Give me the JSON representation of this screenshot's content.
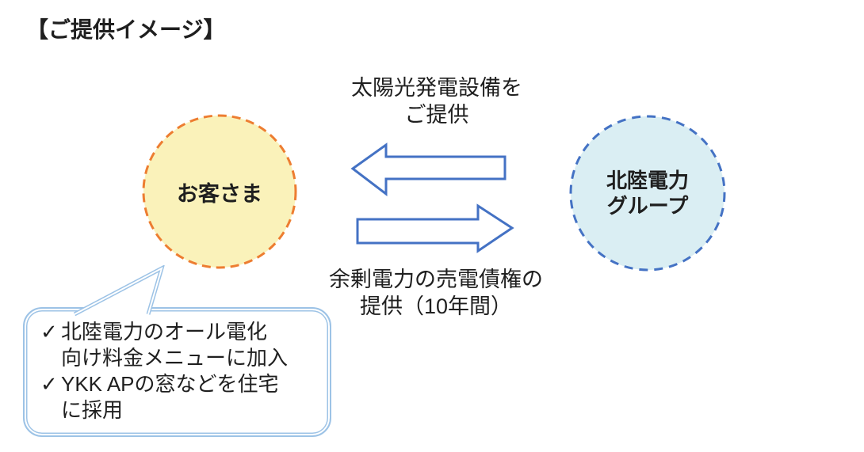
{
  "title": "【ご提供イメージ】",
  "diagram": {
    "customer": {
      "label": "お客さま",
      "fill": "#FAF2BA",
      "border": "#ED7D31"
    },
    "company": {
      "lines": [
        "北陸電力",
        "グループ"
      ],
      "fill": "#DAEEF3",
      "border": "#4472C4"
    },
    "top_flow": {
      "lines": [
        "太陽光発電設備を",
        "ご提供"
      ],
      "direction": "company-to-customer"
    },
    "bottom_flow": {
      "lines": [
        "余剰電力の売電債権の",
        "提供（10年間）"
      ],
      "direction": "customer-to-company"
    },
    "arrow_color": "#4472C4",
    "callout": {
      "border": "#9DC3E6",
      "items": [
        {
          "check": "✓",
          "lines": [
            "北陸電力のオール電化",
            "向け料金メニューに加入"
          ]
        },
        {
          "check": "✓",
          "lines": [
            "YKK APの窓などを住宅",
            "に採用"
          ]
        }
      ]
    }
  }
}
